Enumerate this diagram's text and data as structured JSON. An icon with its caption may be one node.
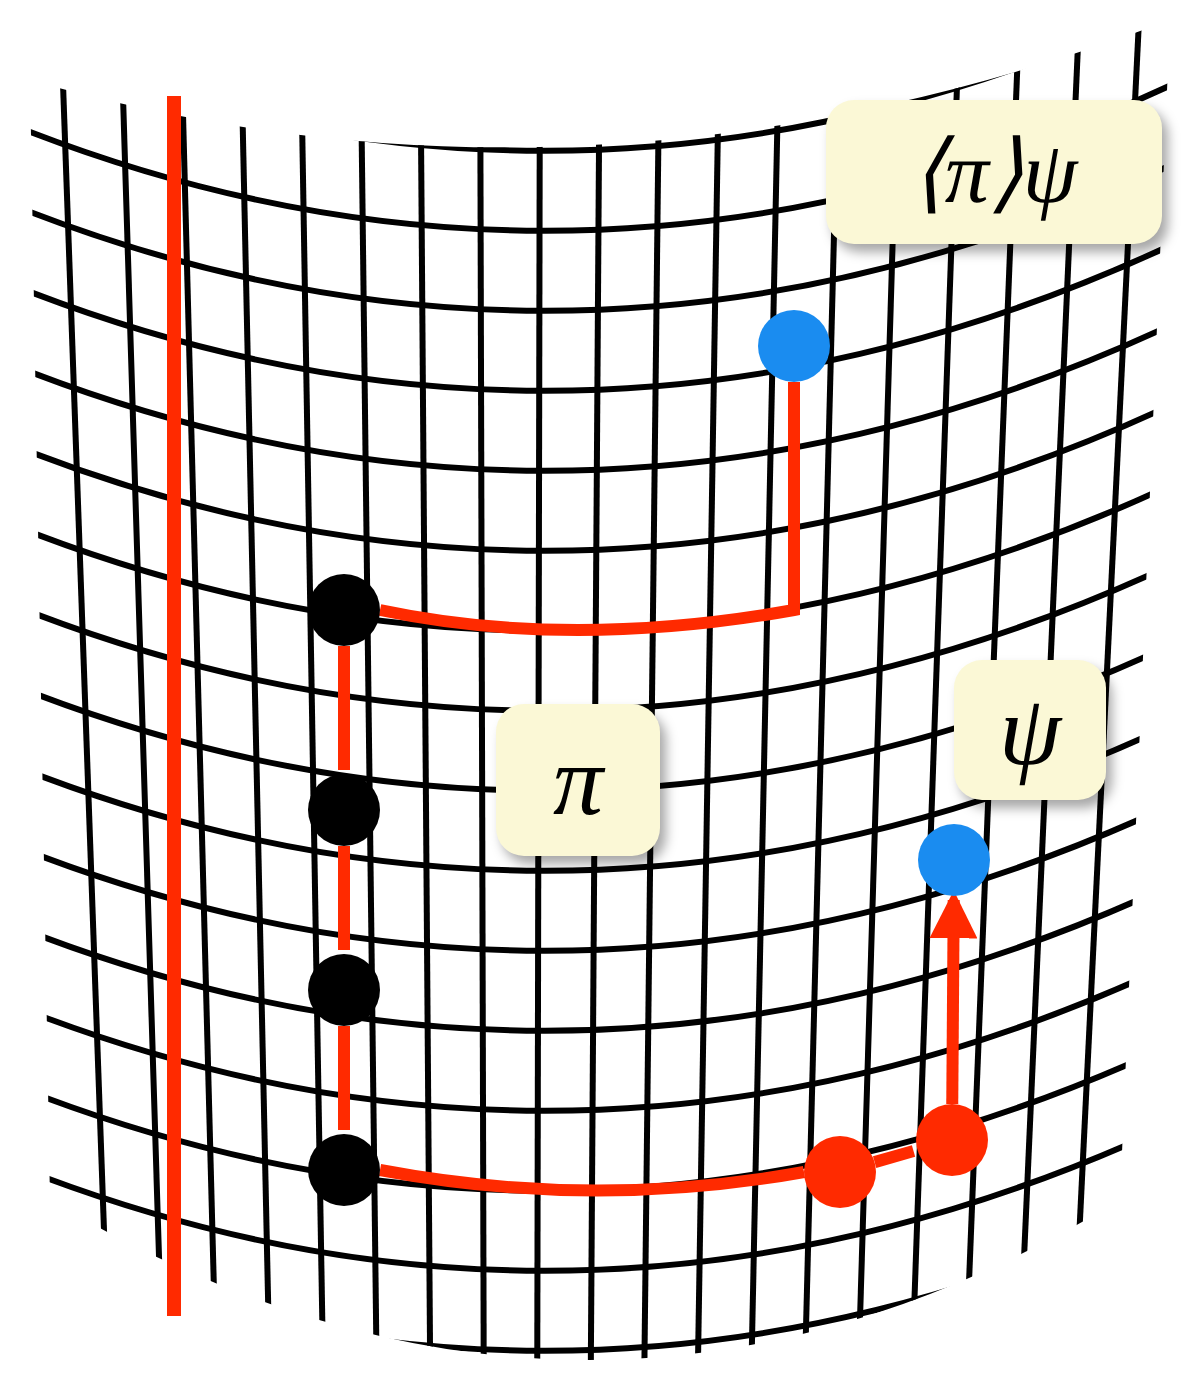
{
  "diagram": {
    "nodes": [
      {
        "text": [
          "⟨π⟩ψ"
        ]
      },
      {
        "text": [
          "π"
        ]
      },
      {
        "text": [
          "ψ"
        ]
      },
      {
        "text": [],
        "shape": "circle"
      },
      {
        "text": [],
        "shape": "circle"
      },
      {
        "text": [],
        "shape": "circle"
      },
      {
        "text": [],
        "shape": "circle"
      },
      {
        "text": [],
        "shape": "circle"
      },
      {
        "text": [],
        "shape": "circle"
      },
      {
        "text": [],
        "shape": "circle"
      },
      {
        "text": [],
        "shape": "circle"
      }
    ],
    "edges": [
      {
        "from": 3,
        "to": 5,
        "arrow": "none"
      },
      {
        "from": 5,
        "to": 6,
        "arrow": "none"
      },
      {
        "from": 6,
        "to": 7,
        "arrow": "none"
      },
      {
        "from": 7,
        "to": 8,
        "arrow": "none"
      },
      {
        "from": 8,
        "to": 9,
        "arrow": "none"
      },
      {
        "from": 9,
        "to": 10,
        "arrow": "none"
      },
      {
        "from": 10,
        "to": 4,
        "arrow": "to"
      }
    ]
  }
}
